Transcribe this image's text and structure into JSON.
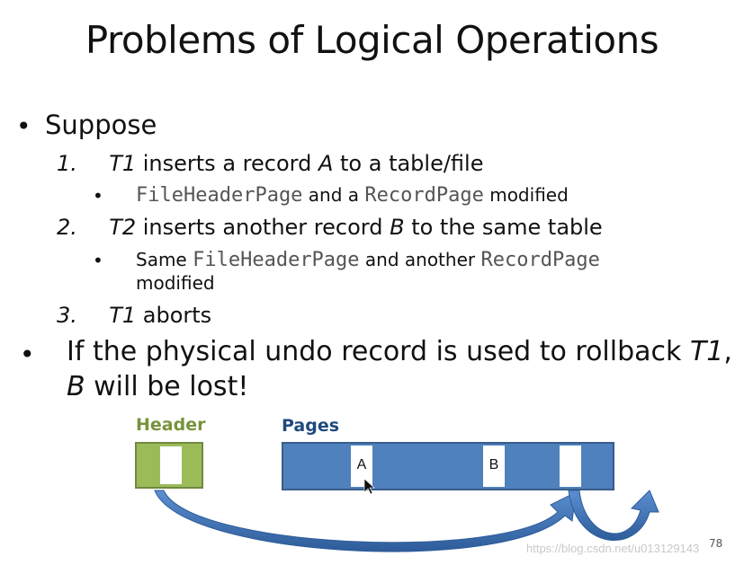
{
  "slide": {
    "title": "Problems of Logical Operations",
    "bullet_suppose": "Suppose",
    "items": [
      {
        "num": "1.",
        "actor": "T1",
        "text_a": " inserts a record ",
        "rec": "A",
        "text_b": " to a table/file"
      },
      {
        "num": "2.",
        "actor": "T2",
        "text_a": " inserts another record ",
        "rec": "B",
        "text_b": " to the same table"
      },
      {
        "num": "3.",
        "actor": "T1",
        "text_a": " aborts"
      }
    ],
    "sub1": {
      "mono1": "FileHeaderPage",
      "mid": " and a ",
      "mono2": "RecordPage",
      "end": " modified"
    },
    "sub2": {
      "start": "Same ",
      "mono1": "FileHeaderPage",
      "mid": " and another ",
      "mono2": "RecordPage",
      "end": "modified"
    },
    "conclusion": {
      "line1a": "If the physical undo record is used to rollback ",
      "actor": "T1",
      "line1b": ",",
      "rec": "B",
      "line2": " will be lost!"
    },
    "bullet_char": "•"
  },
  "diagram": {
    "header_label": "Header",
    "pages_label": "Pages",
    "record_a": "A",
    "record_b": "B",
    "colors": {
      "header_fill": "#9bbb59",
      "pages_fill": "#4f81bd",
      "arrow": "#3c6aa8"
    }
  },
  "footer": {
    "slide_number": "78",
    "watermark": "https://blog.csdn.net/u013129143"
  }
}
